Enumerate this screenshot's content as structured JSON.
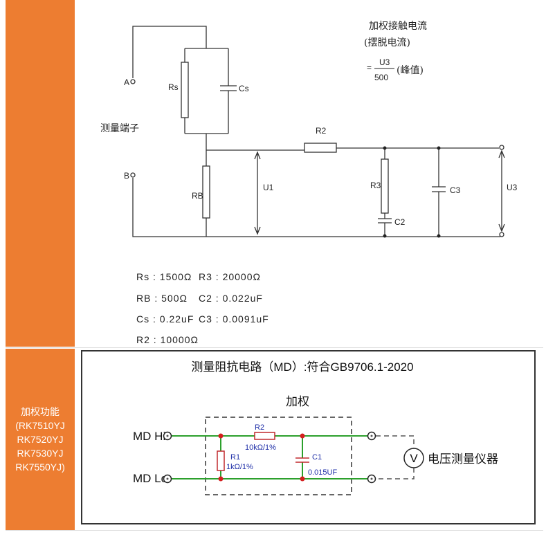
{
  "row2_label": [
    "加权功能",
    "(RK7510YJ",
    "RK7520YJ",
    "RK7530YJ",
    "RK7550YJ)"
  ],
  "top_diagram": {
    "terminal_a": "A",
    "terminal_b": "B",
    "terminals_label": "测量端子",
    "rs": "Rs",
    "cs": "Cs",
    "rb": "RB",
    "r2": "R2",
    "r3": "R3",
    "c2": "C2",
    "c3": "C3",
    "u1": "U1",
    "u3": "U3",
    "formula_title": "加权接触电流",
    "formula_sub": "(摆脱电流)",
    "formula_eq": "=",
    "formula_num": "U3",
    "formula_den": "500",
    "formula_note": "(峰值)",
    "values": [
      "Rs : 1500Ω",
      "R3 : 20000Ω",
      "RB : 500Ω",
      "C2 : 0.022uF",
      "Cs : 0.22uF",
      "C3 : 0.0091uF",
      "R2 : 10000Ω"
    ]
  },
  "bottom_diagram": {
    "title": "测量阻抗电路（MD）:符合GB9706.1-2020",
    "weight_label": "加权",
    "md_hi": "MD Hi",
    "md_lo": "MD Lo",
    "r1": "R1",
    "r1_value": "1kΩ/1%",
    "r2": "R2",
    "r2_value": "10kΩ/1%",
    "c1": "C1",
    "c1_value": "0.015UF",
    "voltmeter_symbol": "V",
    "meter_label": "电压测量仪器",
    "colors": {
      "wire": "#2ca02c",
      "component": "#c0282d",
      "label": "#1f2fa8"
    }
  }
}
